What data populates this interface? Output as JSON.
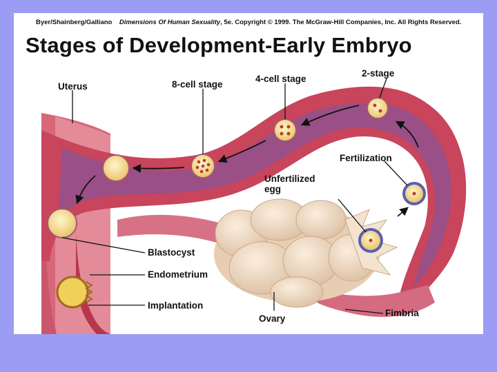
{
  "header": {
    "authors": "Byer/Shainberg/Galliano",
    "book_title": "Dimensions Of Human Sexuality",
    "copyright_rest": ", 5e. Copyright © 1999. The McGraw-Hill Companies, Inc. All Rights Reserved."
  },
  "title": "Stages of Development-Early Embryo",
  "labels": {
    "uterus": "Uterus",
    "eight_cell": "8-cell stage",
    "four_cell": "4-cell stage",
    "two_stage": "2-stage",
    "fertilization": "Fertilization",
    "unfertilized_egg_line1": "Unfertilized",
    "unfertilized_egg_line2": "egg",
    "blastocyst": "Blastocyst",
    "endometrium": "Endometrium",
    "implantation": "Implantation",
    "ovary": "Ovary",
    "fimbria": "Fimbria"
  },
  "colors": {
    "background": "#9c9cf4",
    "tube_outer": "#c8455c",
    "tube_lumen": "#9a4f86",
    "ovary": "#efd9c1",
    "cell": "#f2d58a",
    "sperm": "#5a5fb0"
  }
}
